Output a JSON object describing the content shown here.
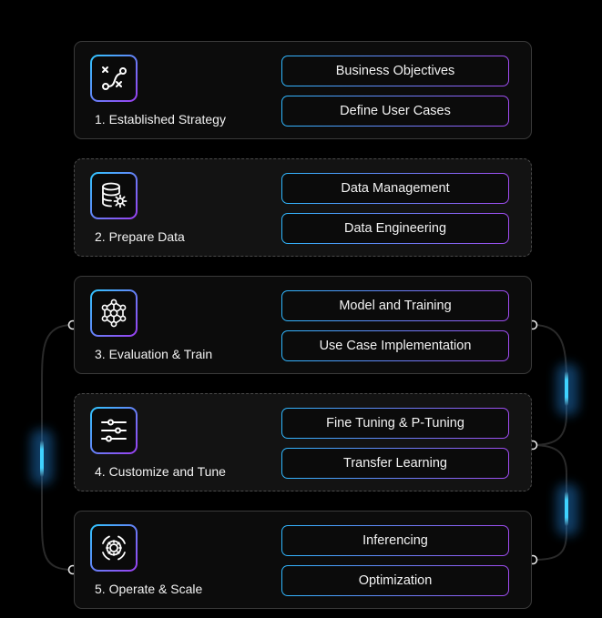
{
  "colors": {
    "background": "#000000",
    "panel": "#0c0c0c",
    "panel_border": "#3a3a3a",
    "accent_cyan": "#2fc8ff",
    "accent_purple": "#9b3cf0",
    "text": "#f2f2f2"
  },
  "stages": [
    {
      "title": "1. Established Strategy",
      "icon": "strategy-icon",
      "border": "solid",
      "items": [
        "Business Objectives",
        "Define User Cases"
      ]
    },
    {
      "title": "2. Prepare Data",
      "icon": "database-gear-icon",
      "border": "dashed",
      "items": [
        "Data Management",
        "Data Engineering"
      ]
    },
    {
      "title": "3. Evaluation & Train",
      "icon": "neural-network-icon",
      "border": "solid",
      "items": [
        "Model and Training",
        "Use Case Implementation"
      ]
    },
    {
      "title": "4. Customize and Tune",
      "icon": "sliders-icon",
      "border": "dashed",
      "items": [
        "Fine Tuning & P-Tuning",
        "Transfer Learning"
      ]
    },
    {
      "title": "5. Operate & Scale",
      "icon": "gear-cycle-icon",
      "border": "solid",
      "items": [
        "Inferencing",
        "Optimization"
      ]
    }
  ]
}
